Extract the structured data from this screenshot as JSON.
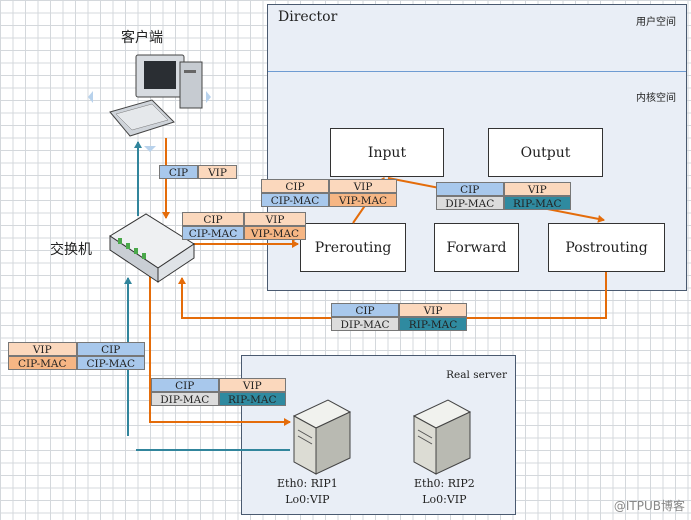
{
  "client": {
    "label": "客户端"
  },
  "switch": {
    "label": "交换机"
  },
  "director": {
    "title": "Director",
    "user_space": "用户空间",
    "kernel_space": "内核空间",
    "modules": {
      "input": "Input",
      "output": "Output",
      "prerouting": "Prerouting",
      "forward": "Forward",
      "postrouting": "Postrouting"
    }
  },
  "real_server": {
    "title": "Real server",
    "rs1": {
      "line1": "Eth0: RIP1",
      "line2": "Lo0:VIP"
    },
    "rs2": {
      "line1": "Eth0: RIP2",
      "line2": "Lo0:VIP"
    }
  },
  "packets": {
    "client_req": {
      "a": "CIP",
      "b": "VIP"
    },
    "to_director": {
      "a": "CIP",
      "b": "VIP",
      "c": "CIP-MAC",
      "d": "VIP-MAC"
    },
    "at_input": {
      "a": "CIP",
      "b": "VIP",
      "c": "CIP-MAC",
      "d": "VIP-MAC"
    },
    "at_postrouting": {
      "a": "CIP",
      "b": "VIP",
      "c": "DIP-MAC",
      "d": "RIP-MAC"
    },
    "director_out": {
      "a": "CIP",
      "b": "VIP",
      "c": "DIP-MAC",
      "d": "RIP-MAC"
    },
    "to_rs": {
      "a": "CIP",
      "b": "VIP",
      "c": "DIP-MAC",
      "d": "RIP-MAC"
    },
    "response": {
      "a": "VIP",
      "b": "CIP",
      "c": "CIP-MAC",
      "d": "CIP-MAC"
    }
  },
  "watermark": "@ITPUB博客",
  "colors": {
    "request": "#e46c0a",
    "response": "#31859c",
    "ip": "#fbd8bd",
    "mac_src": "#a8c8ec",
    "mac_dst": "#f6b684",
    "mac_gray": "#dcdcdc",
    "mac_teal": "#2f8aa0"
  }
}
